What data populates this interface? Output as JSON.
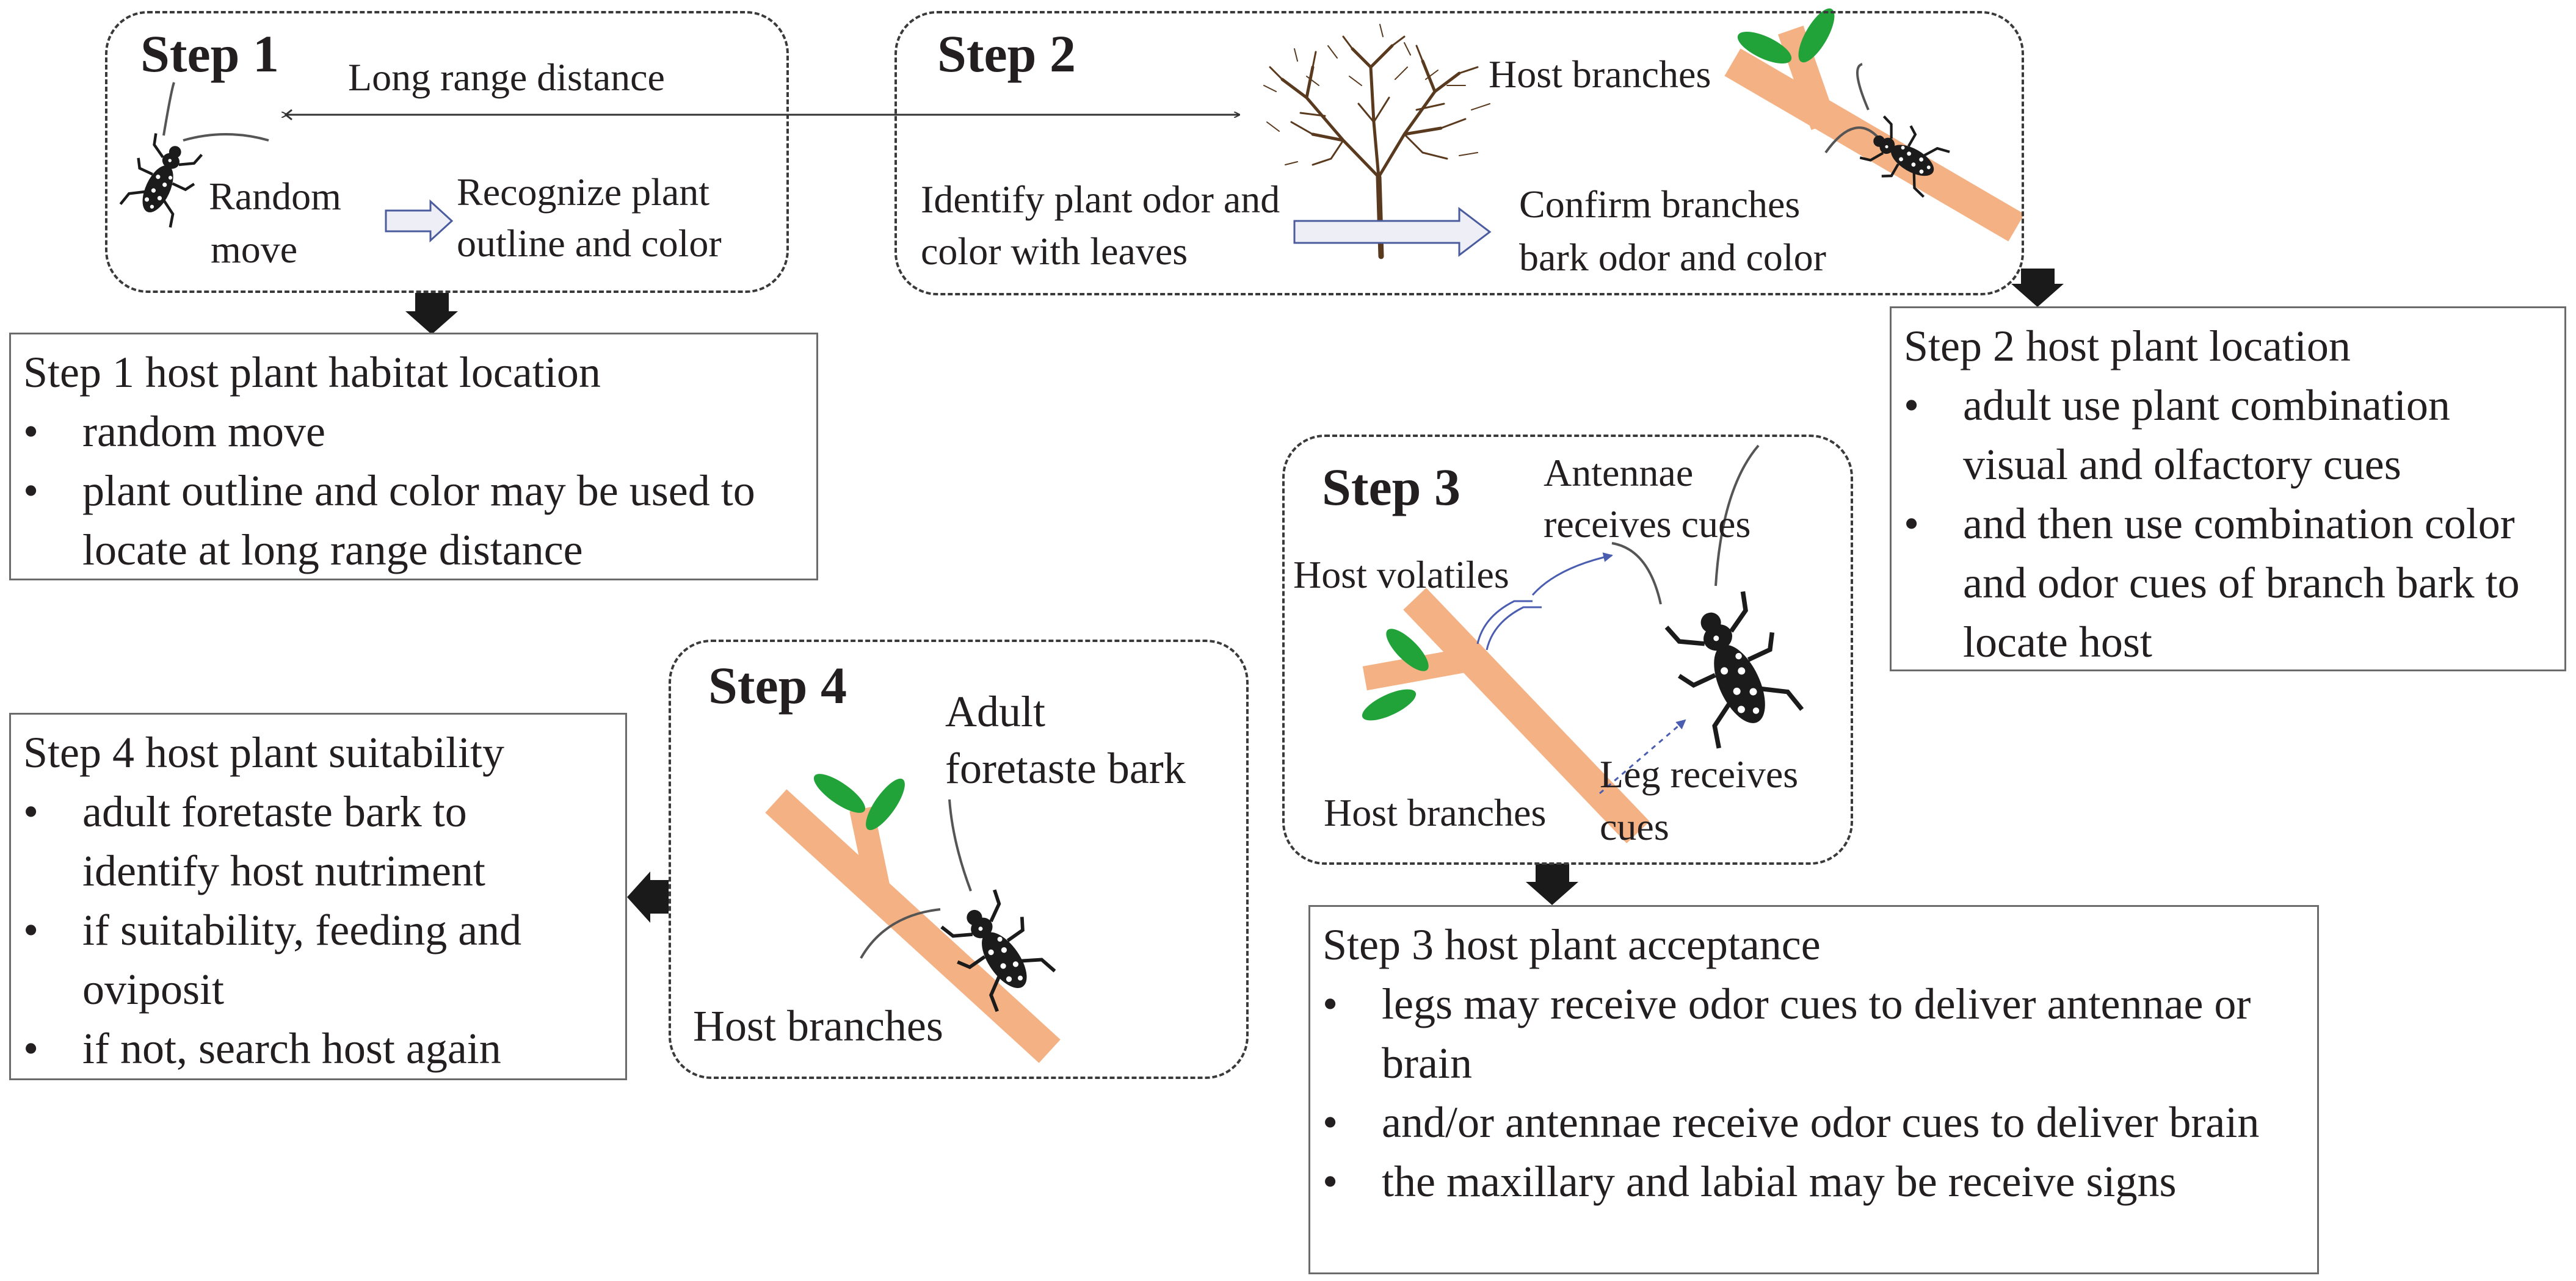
{
  "steps": [
    {
      "title": "Step 1",
      "labels": [
        "Long range distance",
        "Random",
        "move",
        "Recognize plant",
        "outline and color"
      ]
    },
    {
      "title": "Step 2",
      "labels": [
        "Host branches",
        "Identify plant odor and",
        "color with leaves",
        "Confirm branches",
        "bark odor and color"
      ]
    },
    {
      "title": "Step 3",
      "labels": [
        "Antennae",
        "receives cues",
        "Host volatiles",
        "Host branches",
        "Leg receives",
        "cues"
      ]
    },
    {
      "title": "Step 4",
      "labels": [
        "Adult",
        "foretaste bark",
        "Host branches"
      ]
    }
  ],
  "summaries": [
    {
      "heading": "Step 1 host plant habitat location",
      "bullets": [
        "random move",
        "plant outline and color may be used to locate at long range distance"
      ]
    },
    {
      "heading": "Step 2 host plant location",
      "bullets": [
        "adult use plant combination visual and olfactory cues",
        "and then use combination color and odor cues of branch bark to locate host"
      ]
    },
    {
      "heading": "Step 3 host plant acceptance",
      "bullets": [
        "legs may receive odor cues to deliver antennae or brain",
        "and/or antennae receive odor cues to deliver brain",
        "the maxillary and labial may be receive signs"
      ]
    },
    {
      "heading": "Step 4 host plant suitability",
      "bullets": [
        "adult foretaste bark to identify host nutriment",
        "if suitability, feeding and oviposit",
        "if not, search host again"
      ]
    }
  ],
  "colors": {
    "branch": "#f4b183",
    "leaf": "#22a33a",
    "beetle": "#1b1b1b",
    "arrow": "#1a1a1a",
    "hollow_arrow": "#eeeef7",
    "hollow_arrow_border": "#4b5c9e",
    "cue_line": "#4a5db0"
  }
}
